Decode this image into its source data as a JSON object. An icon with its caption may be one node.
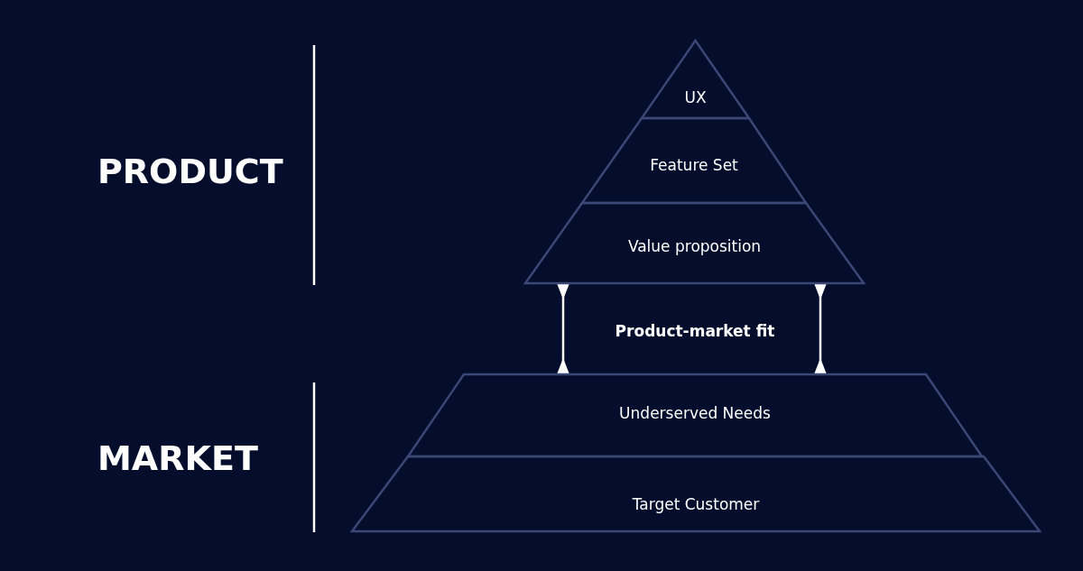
{
  "diagram": {
    "nodes": [
      {
        "text": [
          "UX"
        ]
      },
      {
        "text": [
          "Feature Set"
        ]
      },
      {
        "text": [
          "Value proposition"
        ]
      },
      {
        "text": [
          "Underserved Needs"
        ]
      },
      {
        "text": [
          "Target Customer"
        ]
      }
    ],
    "edges": [
      {
        "from": 2,
        "to": 3,
        "arrow": "other"
      },
      {
        "from": 2,
        "to": 3,
        "arrow": "other"
      }
    ],
    "labels": [
      "PRODUCT",
      "Product-market fit",
      "MARKET"
    ]
  }
}
